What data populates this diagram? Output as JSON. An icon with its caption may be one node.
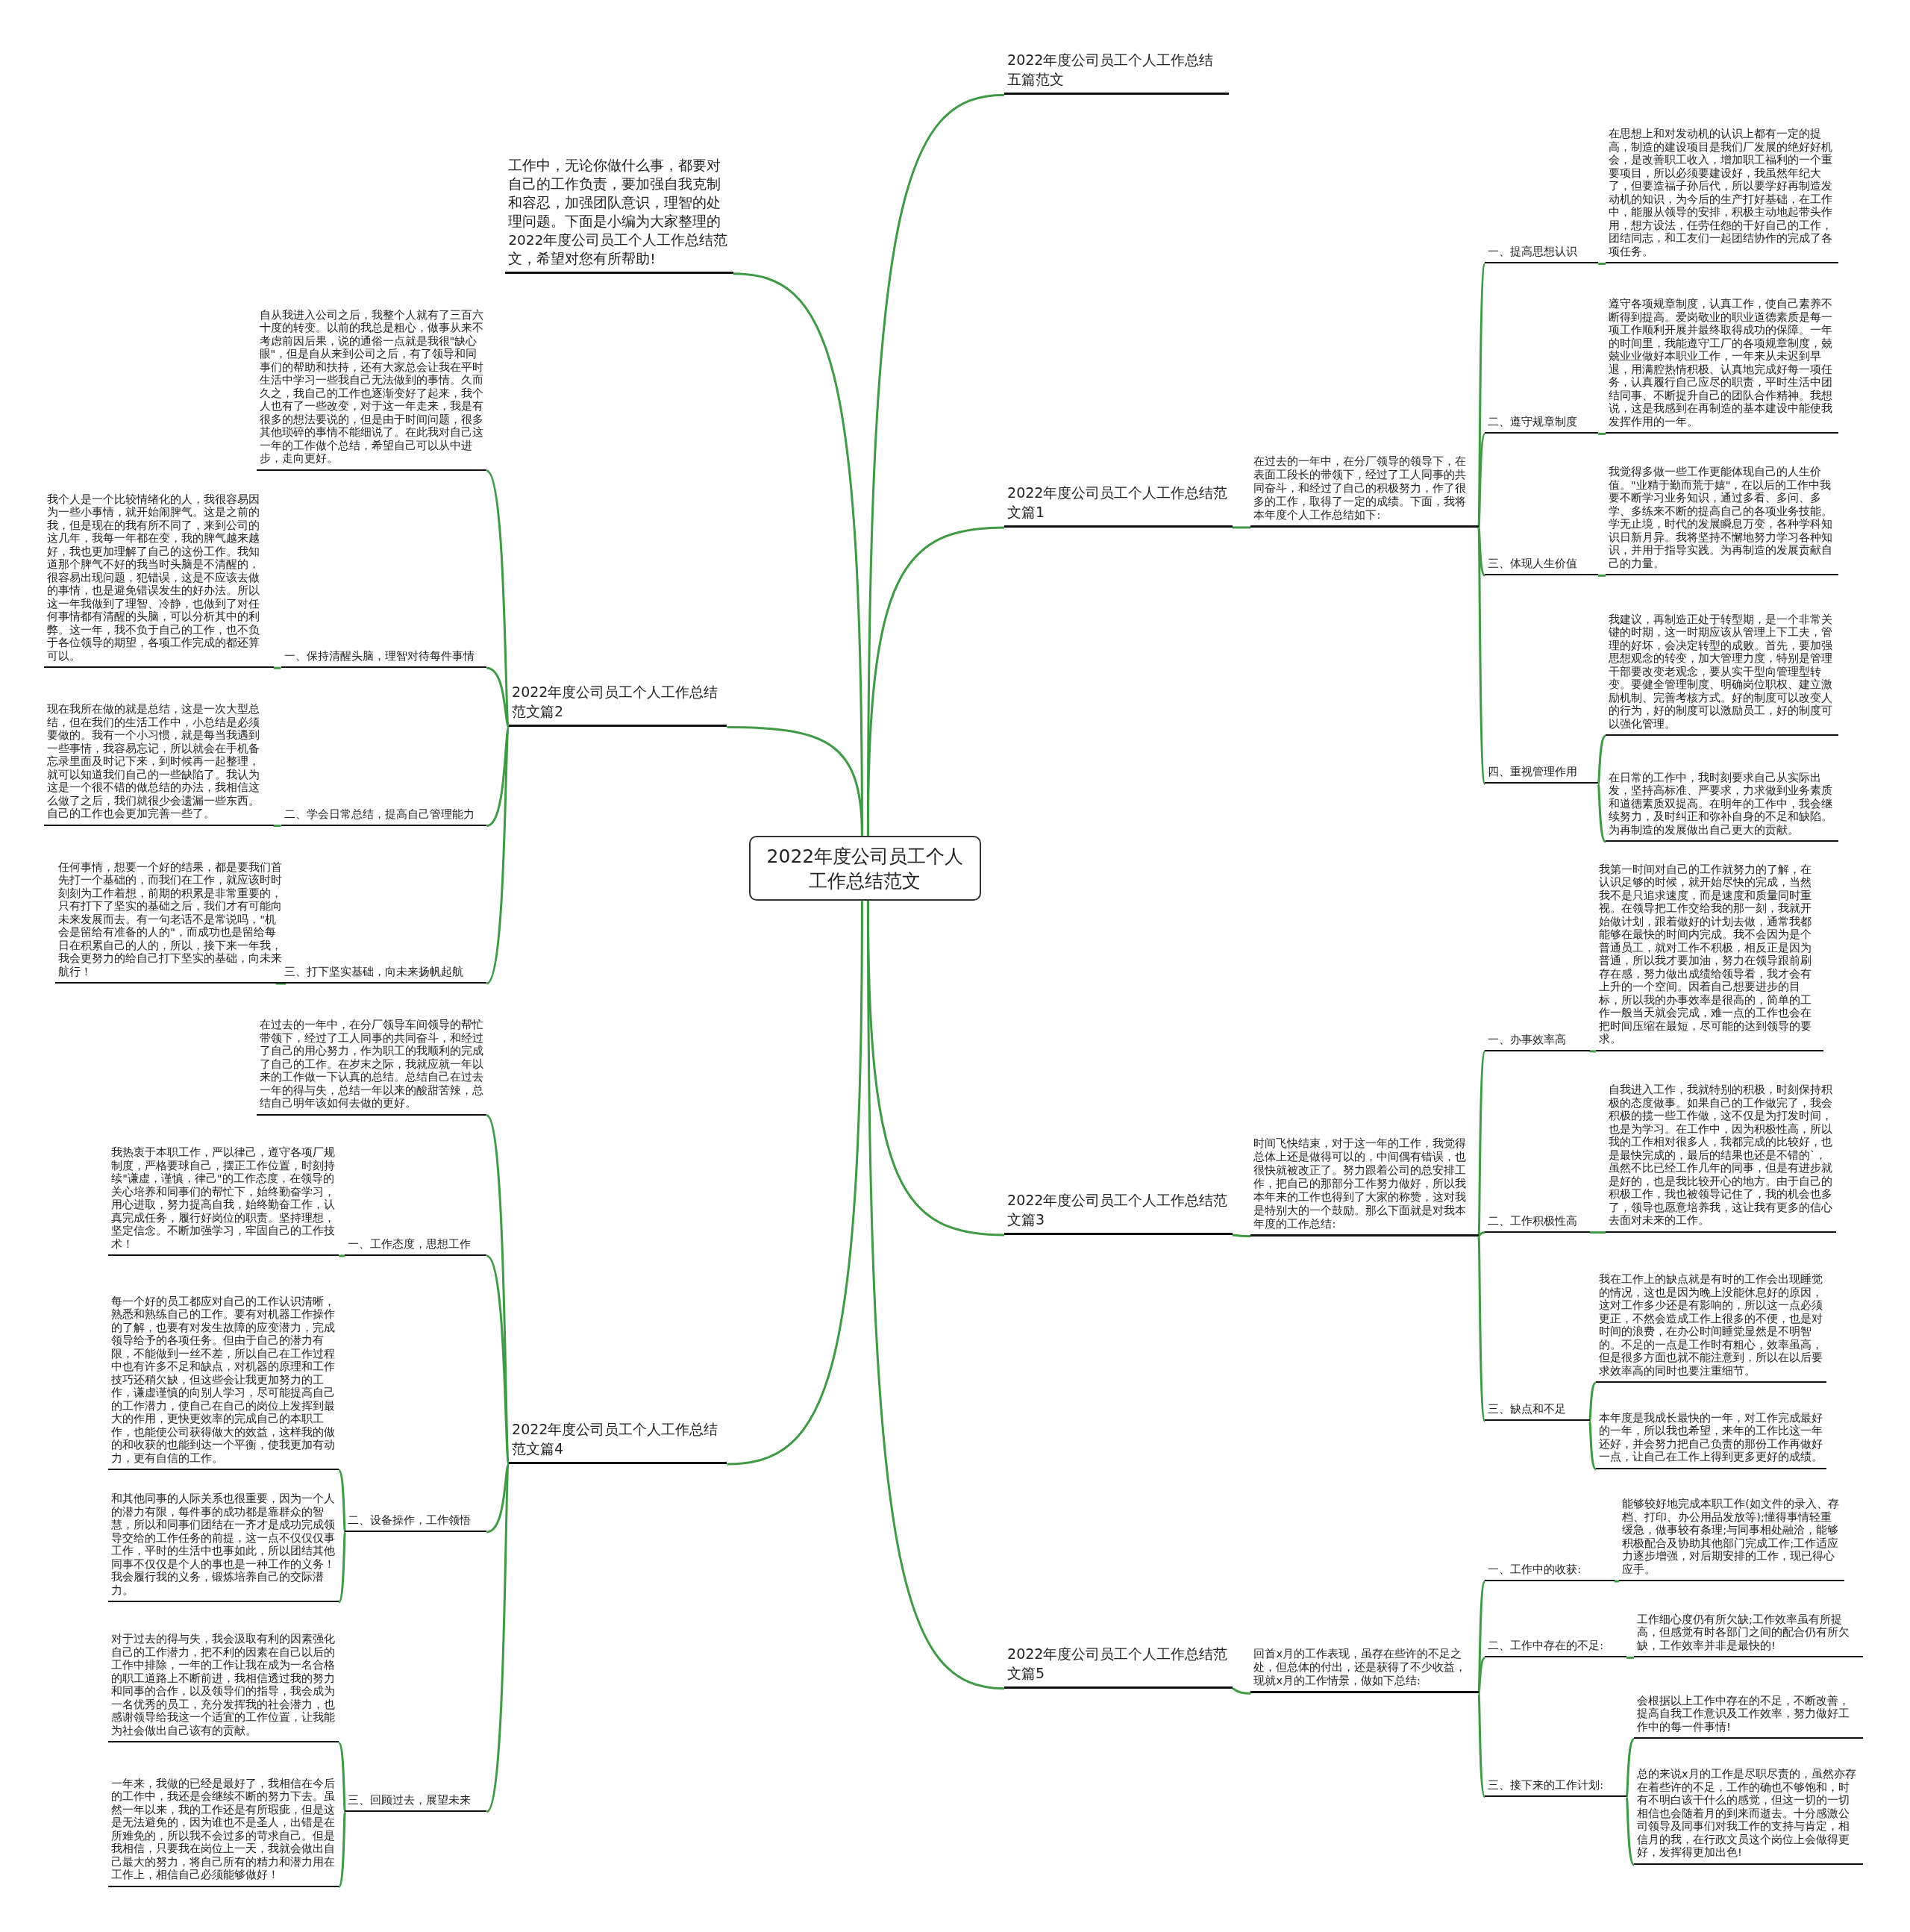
{
  "diagram": {
    "nodes": [
      {
        "text": [
          "2022年度公司员工个人工作总结范文"
        ]
      },
      {
        "text": [
          "工作中，无论你做什么事，都要对自己的工作负责，要加强自我克制和容忍，加强团队意识，理智的处理问题。下面是小编为大家整理的2022年度公司员工个人工作总结范文，希望对您有所帮助!"
        ]
      },
      {
        "text": [
          "2022年度公司员工个人工作总结五篇范文"
        ]
      },
      {
        "text": [
          "2022年度公司员工个人工作总结范文篇1"
        ]
      },
      {
        "text": [
          "在过去的一年中，在分厂领导的领导下，在表面工段长的带领下，经过了工人同事的共同奋斗，和经过了自己的积极努力，作了很多的工作，取得了一定的成绩。下面，我将本年度个人工作总结如下:"
        ]
      },
      {
        "text": [
          "一、提高思想认识"
        ]
      },
      {
        "text": [
          "在思想上和对发动机的认识上都有一定的提高，制造的建设项目是我们厂发展的绝好好机会，是改善职工收入，增加职工福利的一个重要项目，所以必须要建设好，我虽然年纪大了，但要造福子孙后代，所以要学好再制造发动机的知识，为今后的生产打好基础，在工作中，能服从领导的安排，积极主动地起带头作用，想方设法，任劳任怨的干好自己的工作，团结同志，和工友们一起团结协作的完成了各项任务。"
        ]
      },
      {
        "text": [
          "二、遵守规章制度"
        ]
      },
      {
        "text": [
          "遵守各项规章制度，认真工作，使自己素养不断得到提高。爱岗敬业的职业道德素质是每一项工作顺利开展并最终取得成功的保障。一年的时间里，我能遵守工厂的各项规章制度，兢兢业业做好本职业工作，一年来从未迟到早退，用满腔热情积极、认真地完成好每一项任务，认真履行自己应尽的职责，平时生活中团结同事、不断提升自己的团队合作精神。我想说，这是我感到在再制造的基本建设中能使我发挥作用的一年。"
        ]
      },
      {
        "text": [
          "三、体现人生价值"
        ]
      },
      {
        "text": [
          "我觉得多做一些工作更能体现自己的人生价值。\"业精于勤而荒于嬉\"，在以后的工作中我要不断学习业务知识，通过多看、多问、多学、多练来不断的提高自己的各项业务技能。学无止境，时代的发展瞬息万变，各种学科知识日新月异。我将坚持不懈地努力学习各种知识，并用于指导实践。为再制造的发展贡献自己的力量。"
        ]
      },
      {
        "text": [
          "四、重视管理作用"
        ]
      },
      {
        "text": [
          "我建议，再制造正处于转型期，是一个非常关键的时期，这一时期应该从管理上下工夫，管理的好坏，会决定转型的成败。首先，要加强思想观念的转变，加大管理力度，特别是管理干部要改变老观念，要从实干型向管理型转变。要健全管理制度、明确岗位职权、建立激励机制、完善考核方式。好的制度可以改变人的行为，好的制度可以激励员工，好的制度可以强化管理。"
        ]
      },
      {
        "text": [
          "在日常的工作中，我时刻要求自己从实际出发，坚持高标准、严要求，力求做到业务素质和道德素质双提高。在明年的工作中，我会继续努力，及时纠正和弥补自身的不足和缺陷。为再制造的发展做出自己更大的贡献。"
        ]
      },
      {
        "text": [
          "2022年度公司员工个人工作总结范文篇2"
        ]
      },
      {
        "text": [
          "自从我进入公司之后，我整个人就有了三百六十度的转变。以前的我总是粗心，做事从来不考虑前因后果，说的通俗一点就是我很\"缺心眼\"，但是自从来到公司之后，有了领导和同事们的帮助和扶持，还有大家总会让我在平时生活中学习一些我自己无法做到的事情。久而久之，我自己的工作也逐渐变好了起来，我个人也有了一些改变，对于这一年走来，我是有很多的想法要说的，但是由于时间问题，很多其他琐碎的事情不能细说了。在此我对自己这一年的工作做个总结，希望自己可以从中进步，走向更好。"
        ]
      },
      {
        "text": [
          "一、保持清醒头脑，理智对待每件事情"
        ]
      },
      {
        "text": [
          "我个人是一个比较情绪化的人，我很容易因为一些小事情，就开始闹脾气。这是之前的我，但是现在的我有所不同了，来到公司的这几年，我每一年都在变，我的脾气越来越好，我也更加理解了自己的这份工作。我知道那个脾气不好的我当时头脑是不清醒的，很容易出现问题，犯错误，这是不应该去做的事情，也是避免错误发生的好办法。所以这一年我做到了理智、冷静，也做到了对任何事情都有清醒的头脑，可以分析其中的利弊。这一年，我不负于自己的工作，也不负于各位领导的期望，各项工作完成的都还算可以。"
        ]
      },
      {
        "text": [
          "二、学会日常总结，提高自己管理能力"
        ]
      },
      {
        "text": [
          "现在我所在做的就是总结，这是一次大型总结，但在我们的生活工作中，小总结是必须要做的。我有一个小习惯，就是每当我遇到一些事情，我容易忘记，所以就会在手机备忘录里面及时记下来，到时候再一起整理，就可以知道我们自己的一些缺陷了。我认为这是一个很不错的做总结的办法，我相信这么做了之后，我们就很少会遗漏一些东西。自己的工作也会更加完善一些了。"
        ]
      },
      {
        "text": [
          "三、打下坚实基础，向未来扬帆起航"
        ]
      },
      {
        "text": [
          "任何事情，想要一个好的结果，都是要我们首先打一个基础的，而我们在工作，就应该时时刻刻为工作着想，前期的积累是非常重要的，只有打下了坚实的基础之后，我们才有可能向未来发展而去。有一句老话不是常说吗，\"机会是留给有准备的人的\"，而成功也是留给每日在积累自己的人的，所以，接下来一年我，我会更努力的给自己打下坚实的基础，向未来航行！"
        ]
      },
      {
        "text": [
          "2022年度公司员工个人工作总结范文篇3"
        ]
      },
      {
        "text": [
          "时间飞快结束，对于这一年的工作，我觉得总体上还是做得可以的，中间偶有错误，也很快就被改正了。努力跟着公司的总安排工作，把自己的那部分工作努力做好，所以我本年来的工作也得到了大家的称赞，这对我是特别大的一个鼓励。那么下面就是对我本年度的工作总结:"
        ]
      },
      {
        "text": [
          "一、办事效率高"
        ]
      },
      {
        "text": [
          "我第一时间对自己的工作就努力的了解，在认识足够的时候，就开始尽快的完成，当然我不是只追求速度，而是速度和质量同时重视。在领导把工作交给我的那一刻，我就开始做计划，跟着做好的计划去做，通常我都能够在最快的时间内完成。我不会因为是个普通员工，就对工作不积极，相反正是因为普通，所以我才要加油，努力在领导跟前刷存在感，努力做出成绩给领导看，我才会有上升的一个空间。因着自己想要进步的目标，所以我的办事效率是很高的，简单的工作一般当天就会完成，难一点的工作也会在把时间压缩在最短，尽可能的达到领导的要求。"
        ]
      },
      {
        "text": [
          "二、工作积极性高"
        ]
      },
      {
        "text": [
          "自我进入工作，我就特别的积极，时刻保持积极的态度做事。如果自己的工作做完了，我会积极的揽一些工作做，这不仅是为打发时间，也是为学习。在工作中，因为积极性高，所以我的工作相对很多人，我都完成的比较好，也是最快完成的，最后的结果也还是不错的`，虽然不比已经工作几年的同事，但是有进步就是好的，也是我比较开心的地方。由于自己的积极工作，我也被领导记住了，我的机会也多了，领导也愿意培养我，这让我有更多的信心去面对未来的工作。"
        ]
      },
      {
        "text": [
          "三、缺点和不足"
        ]
      },
      {
        "text": [
          "我在工作上的缺点就是有时的工作会出现睡觉的情况，这也是因为晚上没能休息好的原因，这对工作多少还是有影响的，所以这一点必须更正，不然会造成工作上很多的不便，也是对时间的浪费，在办公时间睡觉显然是不明智的。不足的一点是工作时有粗心，效率虽高，但是很多方面也就不能注意到，所以在以后要求效率高的同时也要注重细节。"
        ]
      },
      {
        "text": [
          "本年度是我成长最快的一年，对工作完成最好的一年，所以我也希望，来年的工作比这一年还好，并会努力把自己负责的那份工作再做好一点，让自己在工作上得到更多更好的成绩。"
        ]
      },
      {
        "text": [
          "2022年度公司员工个人工作总结范文篇4"
        ]
      },
      {
        "text": [
          "在过去的一年中，在分厂领导车间领导的帮忙带领下，经过了工人同事的共同奋斗，和经过了自己的用心努力，作为职工的我顺利的完成了自己的工作。在岁末之际，我就应就一年以来的工作做一下认真的总结。总结自己在过去一年的得与失，总结一年以来的酸甜苦辣，总结自己明年该如何去做的更好。"
        ]
      },
      {
        "text": [
          "一、工作态度，思想工作"
        ]
      },
      {
        "text": [
          "我热衷于本职工作，严以律己，遵守各项厂规制度，严格要球自己，摆正工作位置，时刻持续\"谦虚，谨慎，律己\"的工作态度，在领导的关心培养和同事们的帮忙下，始终勤奋学习，用心进取，努力提高自我，始终勤奋工作，认真完成任务，履行好岗位的职责。坚持理想，坚定信念。不断加强学习，牢固自己的工作技术！"
        ]
      },
      {
        "text": [
          "二、设备操作，工作领悟"
        ]
      },
      {
        "text": [
          "每一个好的员工都应对自己的工作认识清晰，熟悉和熟练自己的工作。要有对机器工作操作的了解，也要有对发生故障的应变潜力，完成领导给予的各项任务。但由于自己的潜力有限，不能做到一丝不差，所以自己在工作过程中也有许多不足和缺点，对机器的原理和工作技巧还稍欠缺，但这些会让我更加努力的工作，谦虚谨慎的向别人学习，尽可能提高自己的工作潜力，使自己在自己的岗位上发挥到最大的作用，更快更效率的完成自己的本职工作，也能使公司获得做大的效益，这样我的做的和收获的也能到达一个平衡，使我更加有动力，更有自信的工作。"
        ]
      },
      {
        "text": [
          "和其他同事的人际关系也很重要，因为一个人的潜力有限，每件事的成功都是靠群众的智慧，所以和同事们团结在一齐才是成功完成领导交给的工作任务的前提，这一点不仅仅仅事工作，平时的生活中也事如此，所以团结其他同事不仅仅是个人的事也是一种工作的义务！我会履行我的义务，锻炼培养自己的交际潜力。"
        ]
      },
      {
        "text": [
          "三、回顾过去，展望未来"
        ]
      },
      {
        "text": [
          "对于过去的得与失，我会汲取有利的因素强化自己的工作潜力，把不利的因素在自己以后的工作中排除，一年的工作让我在成为一名合格的职工道路上不断前进，我相信透过我的努力和同事的合作，以及领导们的指导，我会成为一名优秀的员工，充分发挥我的社会潜力，也感谢领导给我这一个适宜的工作位置，让我能为社会做出自己该有的贡献。"
        ]
      },
      {
        "text": [
          "一年来，我做的已经是最好了，我相信在今后的工作中，我还是会继续不断的努力下去。虽然一年以来，我的工作还是有所瑕疵，但是这是无法避免的，因为谁也不是圣人，出错是在所难免的，所以我不会过多的苛求自己。但是我相信，只要我在岗位上一天，我就会做出自己最大的努力，将自己所有的精力和潜力用在工作上，相信自己必须能够做好！"
        ]
      },
      {
        "text": [
          "2022年度公司员工个人工作总结范文篇5"
        ]
      },
      {
        "text": [
          "回首x月的工作表现，虽存在些许的不足之处，但总体的付出，还是获得了不少收益，现就x月的工作情景，做如下总结:"
        ]
      },
      {
        "text": [
          "一、工作中的收获:"
        ]
      },
      {
        "text": [
          "能够较好地完成本职工作(如文件的录入、存档、打印、办公用品发放等);懂得事情轻重缓急，做事较有条理;与同事相处融洽，能够积极配合及协助其他部门完成工作;工作适应力逐步增强，对后期安排的工作，现已得心应手。"
        ]
      },
      {
        "text": [
          "二、工作中存在的不足:"
        ]
      },
      {
        "text": [
          "工作细心度仍有所欠缺;工作效率虽有所提高，但感觉有时各部门之间的配合仍有所欠缺，工作效率并非是最快的!"
        ]
      },
      {
        "text": [
          "三、接下来的工作计划:"
        ]
      },
      {
        "text": [
          "会根据以上工作中存在的不足，不断改善，提高自我工作意识及工作效率，努力做好工作中的每一件事情!"
        ]
      },
      {
        "text": [
          "总的来说x月的工作是尽职尽责的，虽然亦存在着些许的不足，工作的确也不够饱和，时有不明白该干什么的感觉，但这一切的一切相信也会随着月的到来而逝去。十分感激公司领导及同事们对我工作的支持与肯定，相信月的我，在行政文员这个岗位上会做得更好，发挥得更加出色!"
        ]
      }
    ],
    "edges": [
      {
        "from": 0,
        "to": 1,
        "arrow": "none"
      },
      {
        "from": 0,
        "to": 2,
        "arrow": "none"
      },
      {
        "from": 0,
        "to": 3,
        "arrow": "none"
      },
      {
        "from": 0,
        "to": 14,
        "arrow": "none"
      },
      {
        "from": 0,
        "to": 22,
        "arrow": "none"
      },
      {
        "from": 0,
        "to": 31,
        "arrow": "none"
      },
      {
        "from": 0,
        "to": 41,
        "arrow": "none"
      },
      {
        "from": 3,
        "to": 4,
        "arrow": "none"
      },
      {
        "from": 4,
        "to": 5,
        "arrow": "none"
      },
      {
        "from": 5,
        "to": 6,
        "arrow": "none"
      },
      {
        "from": 4,
        "to": 7,
        "arrow": "none"
      },
      {
        "from": 7,
        "to": 8,
        "arrow": "none"
      },
      {
        "from": 4,
        "to": 9,
        "arrow": "none"
      },
      {
        "from": 9,
        "to": 10,
        "arrow": "none"
      },
      {
        "from": 4,
        "to": 11,
        "arrow": "none"
      },
      {
        "from": 11,
        "to": 12,
        "arrow": "none"
      },
      {
        "from": 11,
        "to": 13,
        "arrow": "none"
      },
      {
        "from": 14,
        "to": 15,
        "arrow": "none"
      },
      {
        "from": 14,
        "to": 16,
        "arrow": "none"
      },
      {
        "from": 16,
        "to": 17,
        "arrow": "none"
      },
      {
        "from": 14,
        "to": 18,
        "arrow": "none"
      },
      {
        "from": 18,
        "to": 19,
        "arrow": "none"
      },
      {
        "from": 14,
        "to": 20,
        "arrow": "none"
      },
      {
        "from": 20,
        "to": 21,
        "arrow": "none"
      },
      {
        "from": 22,
        "to": 23,
        "arrow": "none"
      },
      {
        "from": 23,
        "to": 24,
        "arrow": "none"
      },
      {
        "from": 24,
        "to": 25,
        "arrow": "none"
      },
      {
        "from": 23,
        "to": 26,
        "arrow": "none"
      },
      {
        "from": 26,
        "to": 27,
        "arrow": "none"
      },
      {
        "from": 23,
        "to": 28,
        "arrow": "none"
      },
      {
        "from": 28,
        "to": 29,
        "arrow": "none"
      },
      {
        "from": 28,
        "to": 30,
        "arrow": "none"
      },
      {
        "from": 31,
        "to": 32,
        "arrow": "none"
      },
      {
        "from": 31,
        "to": 33,
        "arrow": "none"
      },
      {
        "from": 33,
        "to": 34,
        "arrow": "none"
      },
      {
        "from": 31,
        "to": 35,
        "arrow": "none"
      },
      {
        "from": 35,
        "to": 36,
        "arrow": "none"
      },
      {
        "from": 35,
        "to": 37,
        "arrow": "none"
      },
      {
        "from": 31,
        "to": 38,
        "arrow": "none"
      },
      {
        "from": 38,
        "to": 39,
        "arrow": "none"
      },
      {
        "from": 38,
        "to": 40,
        "arrow": "none"
      },
      {
        "from": 41,
        "to": 42,
        "arrow": "none"
      },
      {
        "from": 42,
        "to": 43,
        "arrow": "none"
      },
      {
        "from": 43,
        "to": 44,
        "arrow": "none"
      },
      {
        "from": 42,
        "to": 45,
        "arrow": "none"
      },
      {
        "from": 45,
        "to": 46,
        "arrow": "none"
      },
      {
        "from": 42,
        "to": 47,
        "arrow": "none"
      },
      {
        "from": 47,
        "to": 48,
        "arrow": "none"
      },
      {
        "from": 47,
        "to": 49,
        "arrow": "none"
      }
    ]
  }
}
